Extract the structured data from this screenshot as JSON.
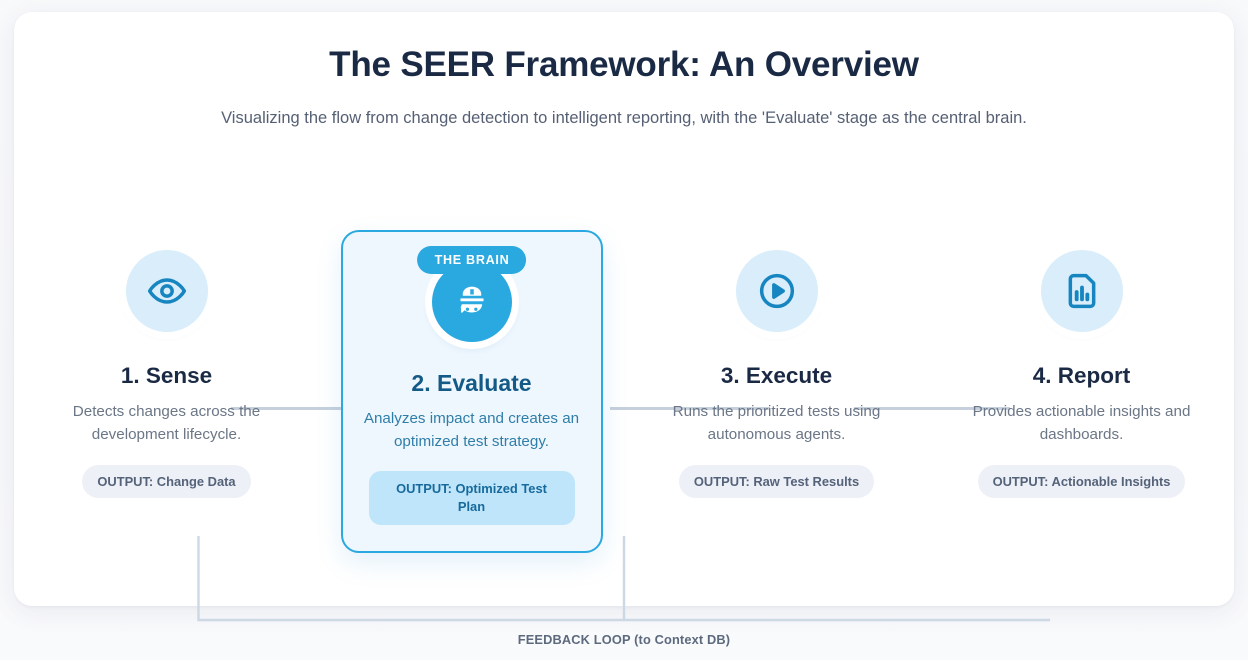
{
  "header": {
    "title": "The SEER Framework: An Overview",
    "subtitle": "Visualizing the flow from change detection to intelligent reporting, with the 'Evaluate' stage as the central brain."
  },
  "brain_badge": "THE BRAIN",
  "stages": [
    {
      "id": "sense",
      "icon": "eye-icon",
      "title": "1. Sense",
      "description": "Detects changes across the development lifecycle.",
      "output": "OUTPUT: Change Data",
      "highlight": false
    },
    {
      "id": "evaluate",
      "icon": "brain-icon",
      "title": "2. Evaluate",
      "description": "Analyzes impact and creates an optimized test strategy.",
      "output": "OUTPUT: Optimized Test Plan",
      "highlight": true
    },
    {
      "id": "execute",
      "icon": "play-circle-icon",
      "title": "3. Execute",
      "description": "Runs the prioritized tests using autonomous agents.",
      "output": "OUTPUT: Raw Test Results",
      "highlight": false
    },
    {
      "id": "report",
      "icon": "document-chart-icon",
      "title": "4. Report",
      "description": "Provides actionable insights and dashboards.",
      "output": "OUTPUT: Actionable Insights",
      "highlight": false
    }
  ],
  "feedback": {
    "label": "FEEDBACK LOOP (to Context DB)"
  },
  "colors": {
    "accent": "#2aa9e0",
    "accent_dark": "#1786c0",
    "icon_bg": "#d9edfb",
    "card_bg": "#eff7fe",
    "pill_bg": "#edf0f6",
    "brain_pill_bg": "#bfe5fa",
    "title_text": "#1b2a44",
    "body_text": "#6b7686",
    "connector": "#c6d0dd",
    "page_bg": "#f7f8fb"
  }
}
